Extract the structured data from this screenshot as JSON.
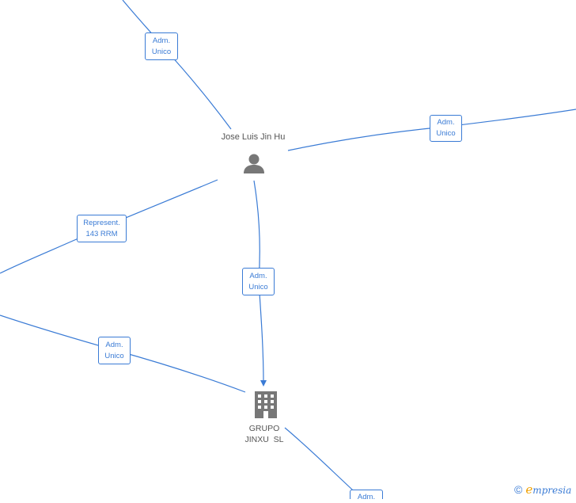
{
  "nodes": {
    "person": {
      "name": "Jose Luis Jin Hu",
      "icon": "person-icon"
    },
    "company": {
      "name_line1": "GRUPO",
      "name_line2": "JINXU  SL",
      "icon": "building-icon"
    }
  },
  "relations": [
    {
      "id": "top-left",
      "line1": "Adm.",
      "line2": "Unico"
    },
    {
      "id": "right",
      "line1": "Adm.",
      "line2": "Unico"
    },
    {
      "id": "left-represent",
      "line1": "Represent.",
      "line2": "143 RRM"
    },
    {
      "id": "center",
      "line1": "Adm.",
      "line2": "Unico"
    },
    {
      "id": "lower-left",
      "line1": "Adm.",
      "line2": "Unico"
    },
    {
      "id": "bottom",
      "line1": "Adm.",
      "line2": ""
    }
  ],
  "brand": {
    "copyright": "©",
    "logo_initial": "e",
    "logo_rest": "mpresia"
  },
  "colors": {
    "edge": "#3a7bd5",
    "node_icon": "#777777",
    "brand_accent": "#f0a000"
  }
}
